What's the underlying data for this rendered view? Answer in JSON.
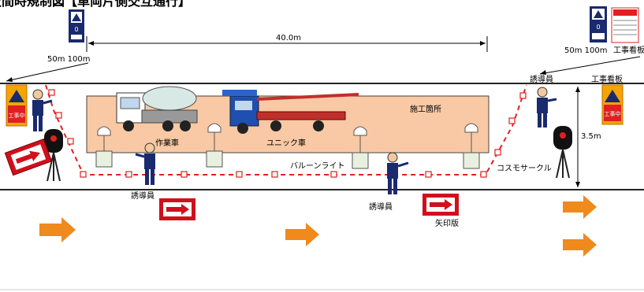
{
  "title": "夜間時規制図【車両片側交互通行】",
  "labels": {
    "dim_40m": "40.0m",
    "dim_3_5m": "3.5m",
    "left_distance": "50m 100m",
    "right_distance": "50m 100m",
    "work_sign_top": "工事看板",
    "work_sign_road": "工事看板",
    "work_area": "施工箇所",
    "work_vehicle": "作業車",
    "unic_vehicle": "ユニック車",
    "balloon_light": "バルーンライト",
    "cosmo_circle": "コスモサークル",
    "guard_top_right": "誘導員",
    "guard_left": "誘導員",
    "guard_center": "誘導員",
    "arrow_board": "矢印版"
  },
  "sign_text": {
    "kojichu": "工事中",
    "board_number": "0"
  },
  "colors": {
    "work_area_fill": "#f8c9a4",
    "cone_line": "#e02020",
    "arrow_orange": "#f08a1c",
    "arrow_board_red": "#d0101c",
    "sign_navy": "#1a2a6e",
    "sign_orange": "#f5a400"
  },
  "icons": [
    "traffic-light-icon",
    "balloon-light-icon",
    "arrow-board-icon",
    "guard-icon",
    "truck-icon",
    "crane-truck-icon"
  ]
}
